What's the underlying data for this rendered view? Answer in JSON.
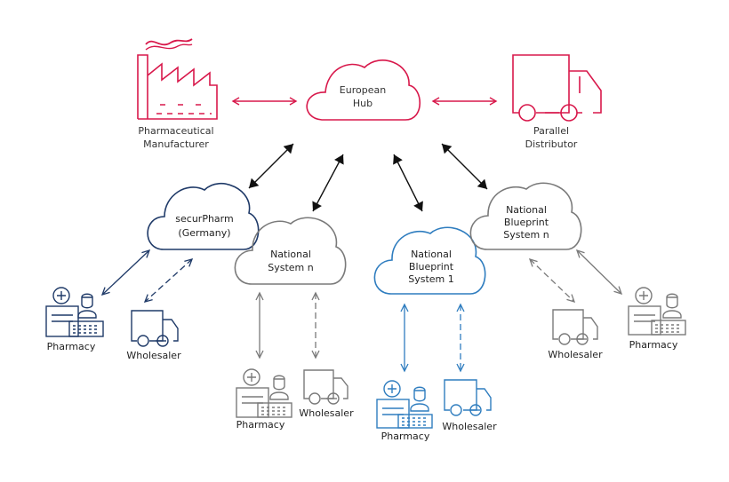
{
  "colors": {
    "red": "#d8184b",
    "navy": "#1f3a68",
    "dark": "#2b2b2b",
    "gray": "#7a7a7a",
    "blue": "#2f7dbf",
    "background": "#ffffff"
  },
  "hub": {
    "label_line1": "European",
    "label_line2": "Hub"
  },
  "manufacturer": {
    "label_line1": "Pharmaceutical",
    "label_line2": "Manufacturer",
    "icon": "factory-icon"
  },
  "distributor": {
    "label_line1": "Parallel",
    "label_line2": "Distributor",
    "icon": "truck-icon"
  },
  "securpharm": {
    "label_line1": "securPharm",
    "label_line2": "(Germany)",
    "pharmacy_label": "Pharmacy",
    "wholesaler_label": "Wholesaler"
  },
  "national_system_n": {
    "label_line1": "National",
    "label_line2": "System n",
    "pharmacy_label": "Pharmacy",
    "wholesaler_label": "Wholesaler"
  },
  "blueprint_1": {
    "label_line1": "National",
    "label_line2": "Blueprint",
    "label_line3": "System 1",
    "pharmacy_label": "Pharmacy",
    "wholesaler_label": "Wholesaler"
  },
  "blueprint_n": {
    "label_line1": "National",
    "label_line2": "Blueprint",
    "label_line3": "System n",
    "pharmacy_label": "Pharmacy",
    "wholesaler_label": "Wholesaler"
  }
}
